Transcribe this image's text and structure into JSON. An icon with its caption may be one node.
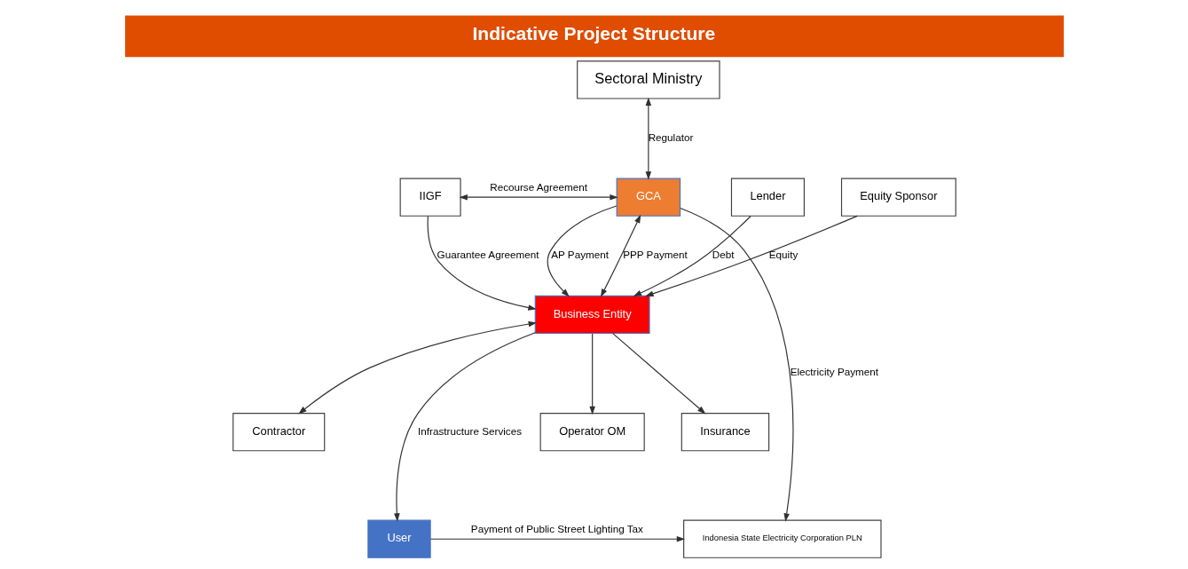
{
  "diagram": {
    "title": "Indicative Project Structure",
    "nodes": [
      {
        "text": [
          "Sectoral Ministry"
        ]
      },
      {
        "text": [
          "IIGF"
        ]
      },
      {
        "text": [
          "GCA"
        ]
      },
      {
        "text": [
          "Lender"
        ]
      },
      {
        "text": [
          "Equity Sponsor"
        ]
      },
      {
        "text": [
          "Business Entity"
        ]
      },
      {
        "text": [
          "Contractor"
        ]
      },
      {
        "text": [
          "Operator OM"
        ]
      },
      {
        "text": [
          "Insurance"
        ]
      },
      {
        "text": [
          "User"
        ]
      },
      {
        "text": [
          "Indonesia State Electricity Corporation PLN"
        ]
      }
    ],
    "edges": [
      {
        "from": 0,
        "to": 2,
        "arrow": "both",
        "label": "Regulator"
      },
      {
        "from": 1,
        "to": 2,
        "arrow": "both",
        "label": "Recourse Agreement"
      },
      {
        "from": 2,
        "to": 10,
        "arrow": "to",
        "label": "Electricity Payment"
      },
      {
        "from": 1,
        "to": 5,
        "arrow": "to",
        "label": "Guarantee Agreement"
      },
      {
        "from": 2,
        "to": 5,
        "arrow": "both",
        "label": "PPP Payment"
      },
      {
        "from": 2,
        "to": 5,
        "arrow": "to",
        "label": "AP Payment"
      },
      {
        "from": 3,
        "to": 5,
        "arrow": "to",
        "label": "Debt"
      },
      {
        "from": 4,
        "to": 5,
        "arrow": "to",
        "label": "Equity"
      },
      {
        "from": 5,
        "to": 6,
        "arrow": "both"
      },
      {
        "from": 5,
        "to": 7,
        "arrow": "to"
      },
      {
        "from": 5,
        "to": 8,
        "arrow": "to"
      },
      {
        "from": 5,
        "to": 9,
        "arrow": "to",
        "label": "Infrastructure Services"
      },
      {
        "from": 9,
        "to": 10,
        "arrow": "to",
        "label": "Payment of Public Street Lighting Tax"
      }
    ]
  }
}
